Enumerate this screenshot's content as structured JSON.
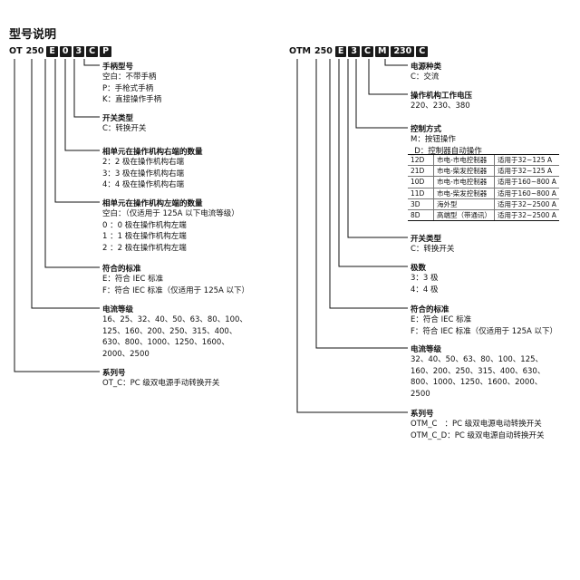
{
  "title": "型号说明",
  "left": {
    "code": [
      "OT",
      "250",
      "E",
      "0",
      "3",
      "C",
      "P"
    ],
    "sections": [
      {
        "key": "handle",
        "head": "手柄型号",
        "lines": [
          "空白：不带手柄",
          "P：手枪式手柄",
          "K：直接操作手柄"
        ]
      },
      {
        "key": "switch",
        "head": "开关类型",
        "lines": [
          "C：转换开关"
        ]
      },
      {
        "key": "right-poles",
        "head": "相单元在操作机构右端的数量",
        "lines": [
          "2：2 极在操作机构右端",
          "3：3 极在操作机构右端",
          "4：4 极在操作机构右端"
        ]
      },
      {
        "key": "left-poles",
        "head": "相单元在操作机构左端的数量",
        "lines": [
          "空白：（仅适用于 125A 以下电流等级）",
          "0 ：0 极在操作机构左端",
          "1 ：1 极在操作机构左端",
          "2 ：2 极在操作机构左端"
        ]
      },
      {
        "key": "standard",
        "head": "符合的标准",
        "lines": [
          "E：符合 IEC 标准",
          "F：符合 IEC 标准（仅适用于 125A 以下）"
        ]
      },
      {
        "key": "current",
        "head": "电流等级",
        "lines": [
          "16、25、32、40、50、63、80、100、",
          "125、160、200、250、315、400、",
          "630、800、1000、1250、1600、",
          "2000、2500"
        ]
      },
      {
        "key": "series",
        "head": "系列号",
        "lines": [
          "OT_C：PC 级双电源手动转换开关"
        ]
      }
    ]
  },
  "right": {
    "code": [
      "OTM",
      "250",
      "E",
      "3",
      "C",
      "M",
      "230",
      "C"
    ],
    "sections": [
      {
        "key": "power",
        "head": "电源种类",
        "lines": [
          "C：交流"
        ]
      },
      {
        "key": "voltage",
        "head": "操作机构工作电压",
        "lines": [
          "220、230、380"
        ]
      },
      {
        "key": "control",
        "head": "控制方式",
        "lines": [
          "M：按钮操作",
          "_D：控制器自动操作"
        ]
      },
      {
        "key": "switch",
        "head": "开关类型",
        "lines": [
          "C：转换开关"
        ]
      },
      {
        "key": "poles",
        "head": "极数",
        "lines": [
          "3：3 极",
          "4：4 极"
        ]
      },
      {
        "key": "standard",
        "head": "符合的标准",
        "lines": [
          "E：符合 IEC 标准",
          "F：符合 IEC 标准（仅适用于 125A 以下）"
        ]
      },
      {
        "key": "current",
        "head": "电流等级",
        "lines": [
          "32、40、50、63、80、100、125、",
          "160、200、250、315、400、630、",
          "800、1000、1250、1600、2000、",
          "2500"
        ]
      },
      {
        "key": "series",
        "head": "系列号",
        "lines": [
          "OTM_C   ：PC 级双电源电动转换开关",
          "OTM_C_D：PC 级双电源自动转换开关"
        ]
      }
    ],
    "controller_table": [
      [
        "12D",
        "市电-市电控制器",
        "适用于32~125 A"
      ],
      [
        "21D",
        "市电-柴发控制器",
        "适用于32~125 A"
      ],
      [
        "10D",
        "市电-市电控制器",
        "适用于160~800 A"
      ],
      [
        "11D",
        "市电-柴发控制器",
        "适用于160~800 A"
      ],
      [
        "3D",
        "海外型",
        "适用于32~2500 A"
      ],
      [
        "8D",
        "高端型（带通讯）",
        "适用于32~2500 A"
      ]
    ]
  }
}
